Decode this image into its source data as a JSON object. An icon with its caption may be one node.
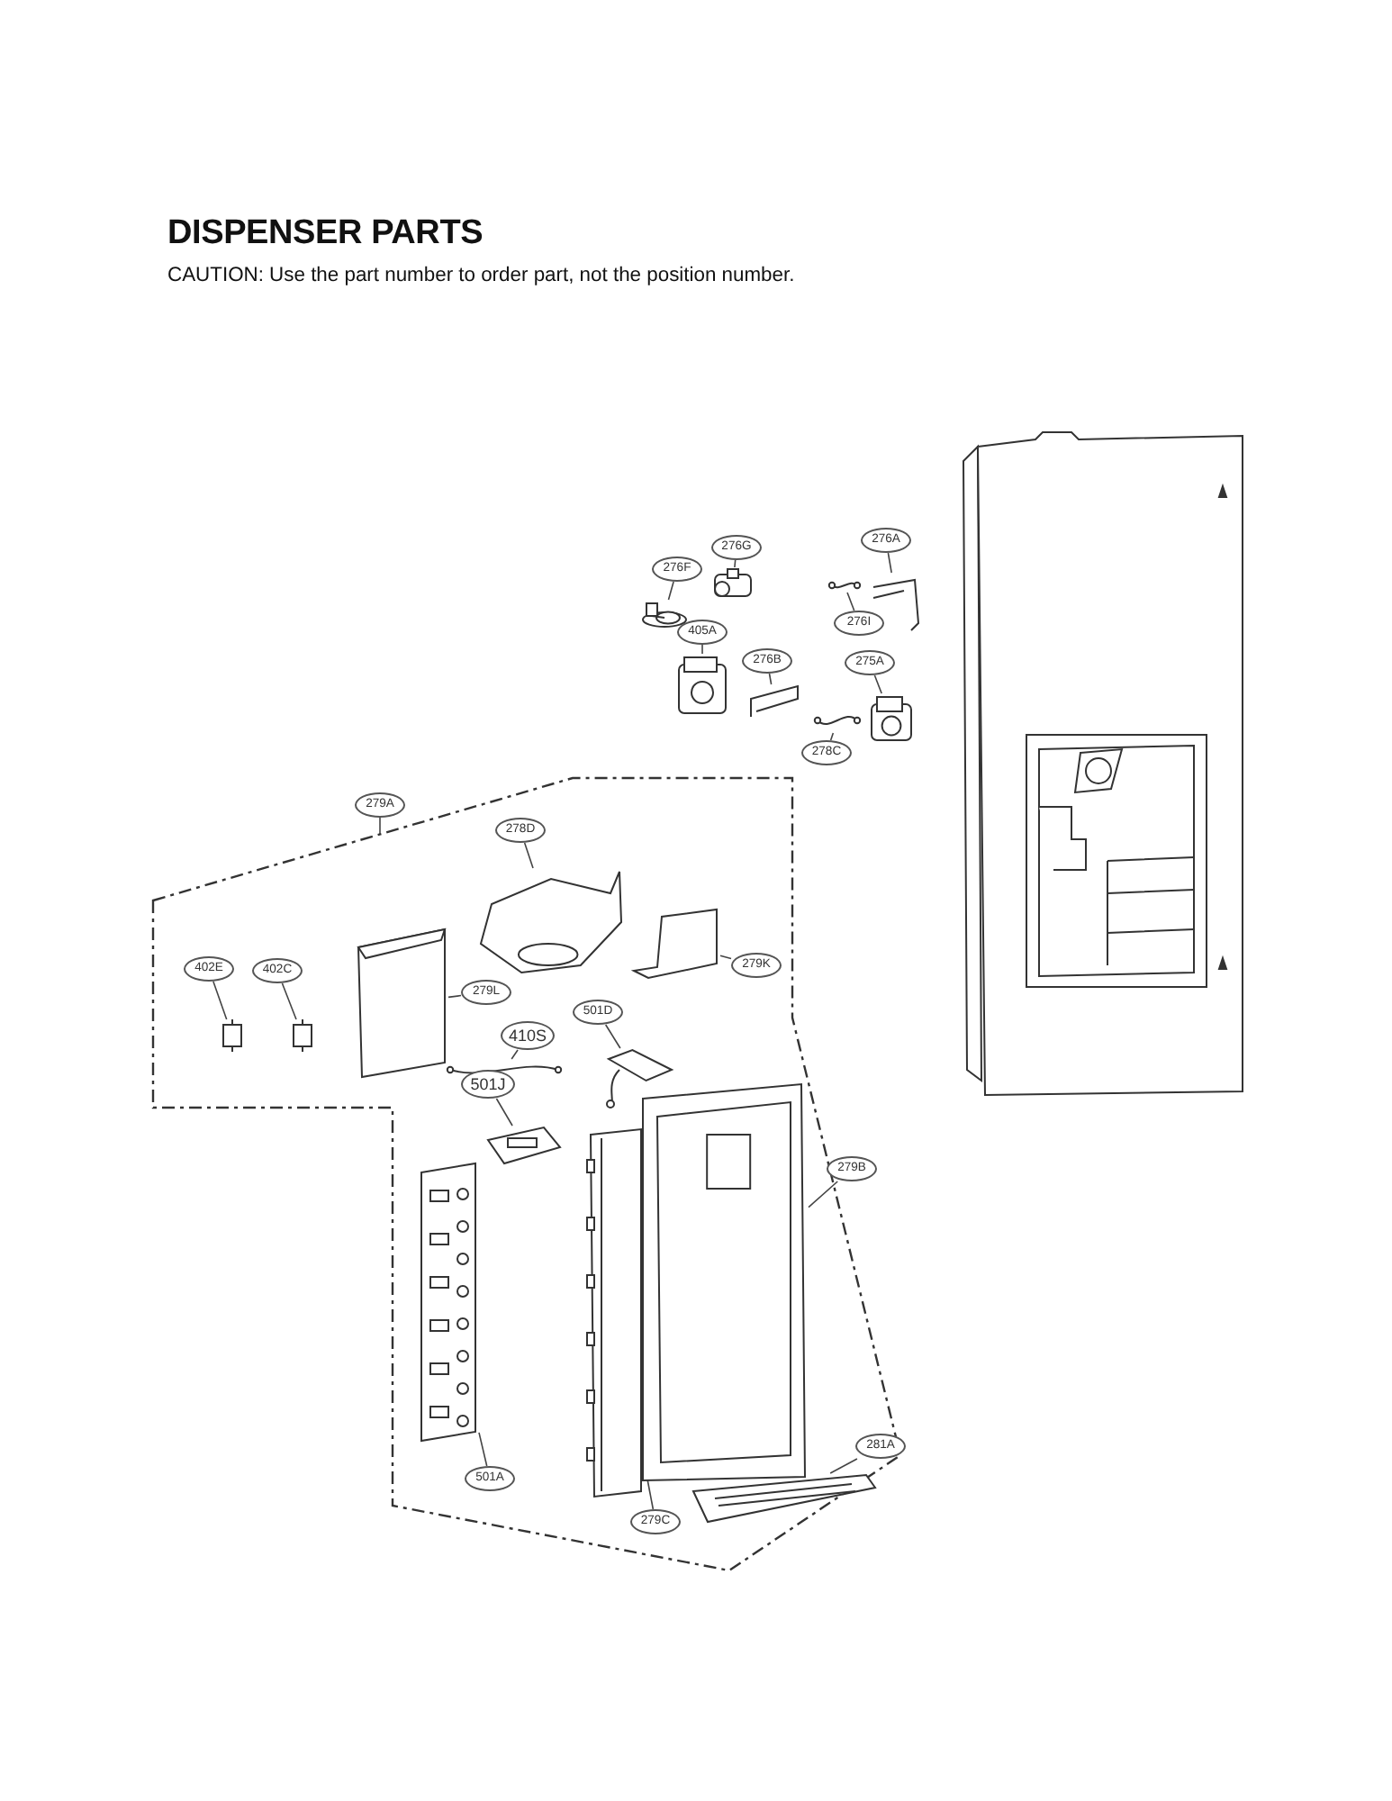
{
  "diagram": {
    "title": "DISPENSER PARTS",
    "nodes": [
      {
        "text": [
          "276G"
        ]
      },
      {
        "text": [],
        "shape": "picture"
      },
      {
        "text": [
          "276F"
        ]
      },
      {
        "text": [],
        "shape": "picture"
      },
      {
        "text": [
          "276A"
        ]
      },
      {
        "text": [],
        "shape": "picture"
      },
      {
        "text": [
          "276I"
        ]
      },
      {
        "text": [],
        "shape": "picture"
      },
      {
        "text": [
          "405A"
        ]
      },
      {
        "text": [],
        "shape": "picture"
      },
      {
        "text": [
          "276B"
        ]
      },
      {
        "text": [],
        "shape": "picture"
      },
      {
        "text": [
          "275A"
        ]
      },
      {
        "text": [],
        "shape": "picture"
      },
      {
        "text": [
          "278C"
        ]
      },
      {
        "text": [],
        "shape": "picture"
      },
      {
        "text": [
          "279A"
        ]
      },
      {
        "text": [],
        "shape": "box"
      },
      {
        "text": [
          "278D"
        ],
        "in": 17
      },
      {
        "text": [],
        "shape": "picture",
        "in": 17
      },
      {
        "text": [
          "279K"
        ],
        "in": 17
      },
      {
        "text": [],
        "shape": "picture",
        "in": 17
      },
      {
        "text": [
          "402E"
        ],
        "in": 17
      },
      {
        "text": [],
        "shape": "picture",
        "in": 17
      },
      {
        "text": [
          "402C"
        ],
        "in": 17
      },
      {
        "text": [],
        "shape": "picture",
        "in": 17
      },
      {
        "text": [
          "279L"
        ],
        "in": 17
      },
      {
        "text": [],
        "shape": "picture",
        "in": 17
      },
      {
        "text": [
          "410S"
        ],
        "in": 17
      },
      {
        "text": [],
        "shape": "picture",
        "in": 17
      },
      {
        "text": [
          "501D"
        ],
        "in": 17
      },
      {
        "text": [],
        "shape": "picture",
        "in": 17
      },
      {
        "text": [
          "501J"
        ],
        "in": 17
      },
      {
        "text": [],
        "shape": "picture",
        "in": 17
      },
      {
        "text": [
          "279B"
        ]
      },
      {
        "text": [],
        "shape": "picture",
        "in": 17
      },
      {
        "text": [
          "501A"
        ],
        "in": 17
      },
      {
        "text": [],
        "shape": "picture",
        "in": 17
      },
      {
        "text": [
          "281A"
        ]
      },
      {
        "text": [],
        "shape": "picture",
        "in": 17
      },
      {
        "text": [
          "279C"
        ],
        "in": 17
      },
      {
        "text": [],
        "shape": "picture",
        "in": 17
      }
    ],
    "edges": [
      {
        "from": 0,
        "to": 1,
        "arrow": "none"
      },
      {
        "from": 2,
        "to": 3,
        "arrow": "none"
      },
      {
        "from": 4,
        "to": 5,
        "arrow": "none"
      },
      {
        "from": 6,
        "to": 7,
        "arrow": "none"
      },
      {
        "from": 8,
        "to": 9,
        "arrow": "none"
      },
      {
        "from": 10,
        "to": 11,
        "arrow": "none"
      },
      {
        "from": 12,
        "to": 13,
        "arrow": "none"
      },
      {
        "from": 14,
        "to": 15,
        "arrow": "none"
      },
      {
        "from": 16,
        "to": 17,
        "arrow": "none"
      },
      {
        "from": 18,
        "to": 19,
        "arrow": "none"
      },
      {
        "from": 20,
        "to": 21,
        "arrow": "none"
      },
      {
        "from": 22,
        "to": 23,
        "arrow": "none"
      },
      {
        "from": 24,
        "to": 25,
        "arrow": "none"
      },
      {
        "from": 26,
        "to": 27,
        "arrow": "none"
      },
      {
        "from": 28,
        "to": 29,
        "arrow": "none"
      },
      {
        "from": 30,
        "to": 31,
        "arrow": "none"
      },
      {
        "from": 32,
        "to": 33,
        "arrow": "none"
      },
      {
        "from": 34,
        "to": 35,
        "arrow": "none"
      },
      {
        "from": 36,
        "to": 37,
        "arrow": "none"
      },
      {
        "from": 38,
        "to": 39,
        "arrow": "none"
      },
      {
        "from": 40,
        "to": 41,
        "arrow": "none"
      }
    ],
    "labels": [
      "CAUTION: Use the part number to order part, not the position number."
    ]
  }
}
